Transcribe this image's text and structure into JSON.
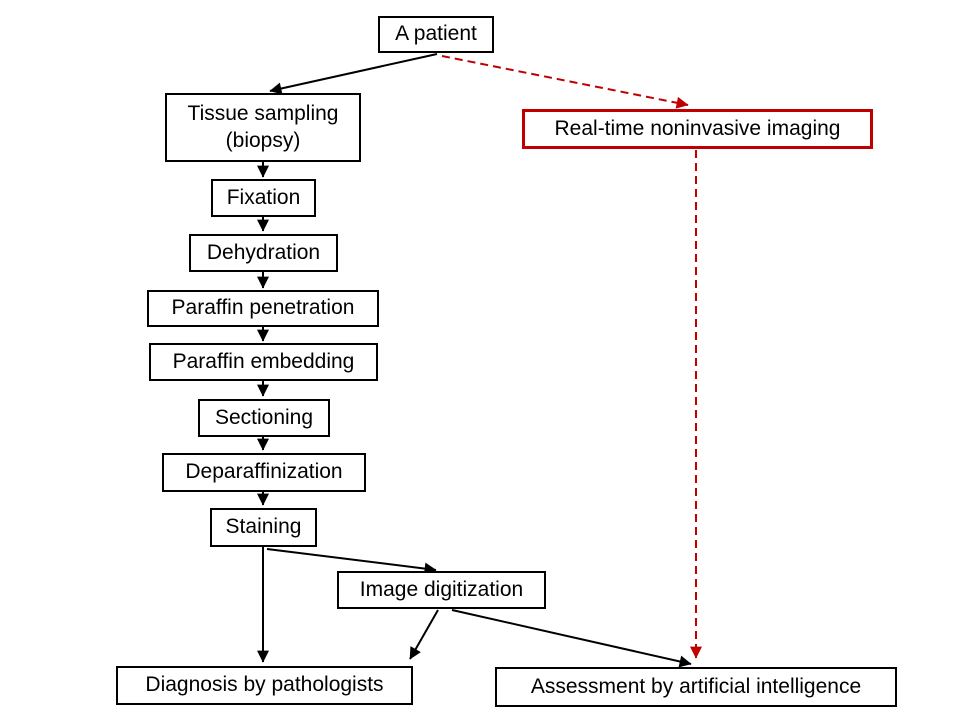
{
  "colors": {
    "line": "#000000",
    "accent": "#c00000",
    "text": "#000000",
    "bg": "#ffffff"
  },
  "flowchart": {
    "nodes": {
      "patient": {
        "label": "A patient"
      },
      "tissue_sampling": {
        "label": "Tissue sampling",
        "sublabel": "(biopsy)"
      },
      "fixation": {
        "label": "Fixation"
      },
      "dehydration": {
        "label": "Dehydration"
      },
      "paraffin_penetration": {
        "label": "Paraffin penetration"
      },
      "paraffin_embedding": {
        "label": "Paraffin embedding"
      },
      "sectioning": {
        "label": "Sectioning"
      },
      "deparaffinization": {
        "label": "Deparaffinization"
      },
      "staining": {
        "label": "Staining"
      },
      "image_digitization": {
        "label": "Image digitization"
      },
      "diagnosis_pathologists": {
        "label": "Diagnosis by pathologists"
      },
      "realtime_imaging": {
        "label": "Real-time noninvasive imaging"
      },
      "assessment_ai": {
        "label": "Assessment by artificial intelligence"
      }
    }
  }
}
